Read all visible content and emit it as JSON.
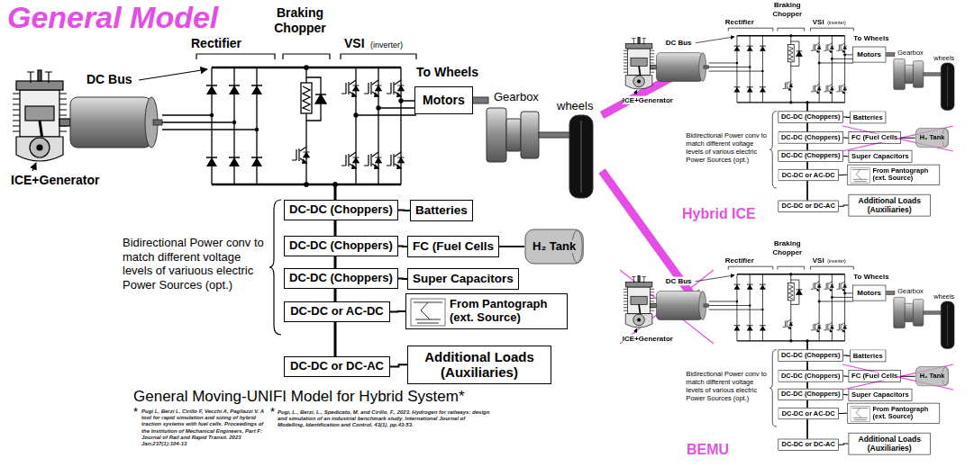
{
  "diagram": {
    "title": "General Model",
    "caption": "General Moving-UNIFI Model for Hybrid System*",
    "nodes": [
      {
        "text": [
          "Motors"
        ]
      },
      {
        "text": [
          "DC-DC (Choppers)"
        ]
      },
      {
        "text": [
          "Batteries"
        ]
      },
      {
        "text": [
          "DC-DC (Choppers)"
        ]
      },
      {
        "text": [
          "FC (Fuel Cells"
        ]
      },
      {
        "text": [
          "H₂ Tank"
        ]
      },
      {
        "text": [
          "DC-DC (Choppers)"
        ]
      },
      {
        "text": [
          "Super Capacitors"
        ]
      },
      {
        "text": [
          "DC-DC or AC-DC"
        ]
      },
      {
        "text": [
          "From Pantograph (ext. Source)"
        ]
      },
      {
        "text": [
          "DC-DC or DC-AC"
        ]
      },
      {
        "text": [
          "Additional Loads (Auxiliaries)"
        ]
      },
      {
        "text": [
          "Motors"
        ]
      },
      {
        "text": [
          "DC-DC (Choppers)"
        ]
      },
      {
        "text": [
          "Batteries"
        ]
      },
      {
        "text": [
          "DC-DC (Choppers)"
        ]
      },
      {
        "text": [
          "FC (Fuel Cells"
        ]
      },
      {
        "text": [
          "H₂ Tank"
        ]
      },
      {
        "text": [
          "DC-DC (Choppers)"
        ]
      },
      {
        "text": [
          "Super Capacitors"
        ]
      },
      {
        "text": [
          "DC-DC or AC-DC"
        ]
      },
      {
        "text": [
          "From Pantograph (ext. Source)"
        ]
      },
      {
        "text": [
          "DC-DC or DC-AC"
        ]
      },
      {
        "text": [
          "Additional Loads (Auxiliaries)"
        ]
      },
      {
        "text": [
          "Motors"
        ]
      },
      {
        "text": [
          "DC-DC (Choppers)"
        ]
      },
      {
        "text": [
          "Batteries"
        ]
      },
      {
        "text": [
          "DC-DC (Choppers)"
        ]
      },
      {
        "text": [
          "FC (Fuel Cells"
        ]
      },
      {
        "text": [
          "H₂ Tank"
        ]
      },
      {
        "text": [
          "DC-DC (Choppers)"
        ]
      },
      {
        "text": [
          "Super Capacitors"
        ]
      },
      {
        "text": [
          "DC-DC or AC-DC"
        ]
      },
      {
        "text": [
          "From Pantograph (ext. Source)"
        ]
      },
      {
        "text": [
          "DC-DC or DC-AC"
        ]
      },
      {
        "text": [
          "Additional Loads (Auxiliaries)"
        ]
      }
    ],
    "edges": [
      {
        "from": 1,
        "to": 2,
        "arrow": "none"
      },
      {
        "from": 3,
        "to": 4,
        "arrow": "none"
      },
      {
        "from": 4,
        "to": 5,
        "arrow": "none"
      },
      {
        "from": 6,
        "to": 7,
        "arrow": "none"
      },
      {
        "from": 8,
        "to": 9,
        "arrow": "none"
      },
      {
        "from": 10,
        "to": 11,
        "arrow": "none"
      },
      {
        "from": 13,
        "to": 14,
        "arrow": "none"
      },
      {
        "from": 15,
        "to": 16,
        "arrow": "none"
      },
      {
        "from": 16,
        "to": 17,
        "arrow": "none"
      },
      {
        "from": 18,
        "to": 19,
        "arrow": "none"
      },
      {
        "from": 20,
        "to": 21,
        "arrow": "none"
      },
      {
        "from": 22,
        "to": 23,
        "arrow": "none"
      },
      {
        "from": 25,
        "to": 26,
        "arrow": "none"
      },
      {
        "from": 27,
        "to": 28,
        "arrow": "none"
      },
      {
        "from": 28,
        "to": 29,
        "arrow": "none"
      },
      {
        "from": 30,
        "to": 31,
        "arrow": "none"
      },
      {
        "from": 32,
        "to": 33,
        "arrow": "none"
      },
      {
        "from": 34,
        "to": 35,
        "arrow": "none"
      }
    ],
    "labels": [
      "Rectifier",
      "Braking Chopper",
      "VSI",
      "(inverter)",
      "DC Bus",
      "To Wheels",
      "Gearbox",
      "wheels",
      "ICE+Generator",
      "Bidirectional Power conv to match different voltage levels of variuous electric Power Sources (opt.)",
      "Rectifier",
      "Braking Chopper",
      "VSI",
      "(inverter)",
      "DC Bus",
      "To Wheels",
      "Gearbox",
      "wheels",
      "ICE+Generator",
      "Bidirectional Power conv to match different voltage levels of various electric Power Sources (opt.)",
      "Rectifier",
      "Braking Chopper",
      "VSI",
      "(inverter)",
      "DC Bus",
      "To Wheels",
      "Gearbox",
      "wheels",
      "ICE+Generator",
      "Bidirectional Power conv to match different voltage levels of various electric Power Sources (opt.)",
      "Hybrid ICE",
      "BEMU",
      "*",
      "Pugi L, Berzi L, Cirillo F, Vecchi A, Pagliazzi V. A tool for rapid simulation and sizing of hybrid traction systems with fuel cells. Proceedings of the Institution of Mechanical Engineers, Part F: Journal of Rail and Rapid Transit. 2023 Jan;237(1):104-13",
      "*",
      "Pugi, L., Berzi, L., Spedicato, M. and Cirillo, F., 2023. Hydrogen for railways: design and simulation of an industrial benchmark study. International Journal of Modelling, Identification and Control, 43(1), pp.43-53."
    ]
  }
}
